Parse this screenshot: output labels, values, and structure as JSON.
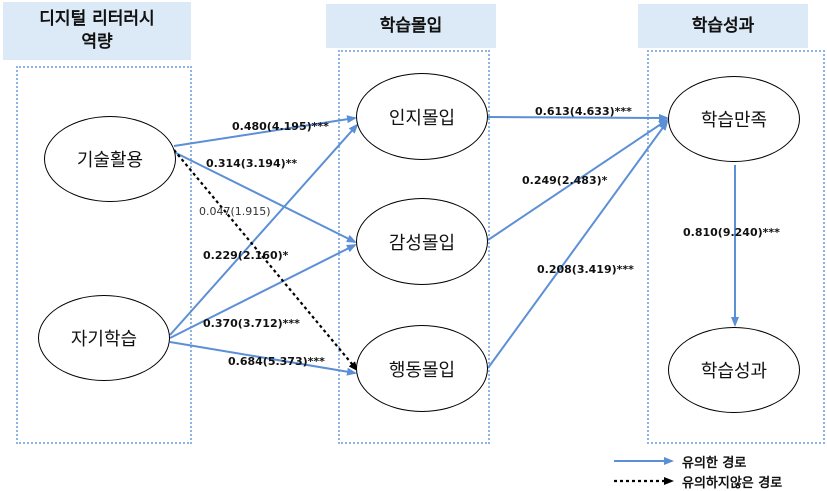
{
  "headers": {
    "left": "디지털 리터러시\n역량",
    "middle": "학습몰입",
    "right": "학습성과"
  },
  "nodes": {
    "tech": "기술활용",
    "self": "자기학습",
    "cog": "인지몰입",
    "emo": "감성몰입",
    "beh": "행동몰입",
    "sat": "학습만족",
    "perf": "학습성과"
  },
  "paths": {
    "tech_cog": "0.480(4.195)***",
    "tech_emo": "0.314(3.194)**",
    "tech_beh": "0.047(1.915)",
    "self_cog": "0.229(2.160)*",
    "self_emo": "0.370(3.712)***",
    "self_beh": "0.684(5.373)***",
    "cog_sat": "0.613(4.633)***",
    "emo_sat": "0.249(2.483)*",
    "beh_sat": "0.208(3.419)***",
    "sat_perf": "0.810(9.240)***"
  },
  "legend": {
    "significant": "유의한 경로",
    "nonsignificant": "유의하지않은 경로"
  },
  "colors": {
    "header_bg": "#dce9f7",
    "arrow": "#5b8fd6",
    "border": "#8db4e2"
  }
}
